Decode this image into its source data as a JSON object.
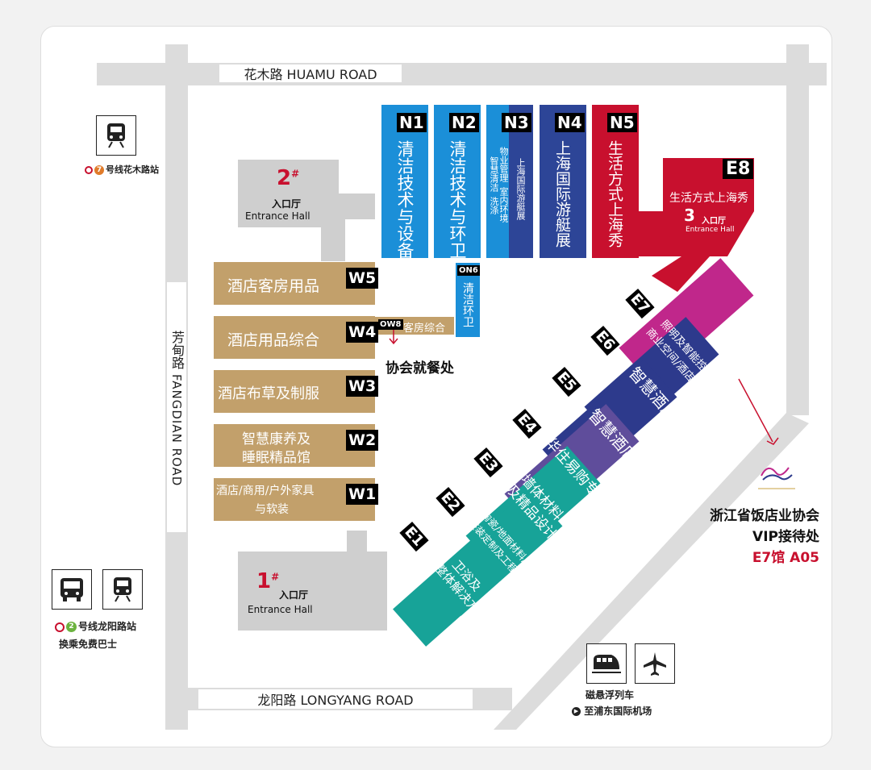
{
  "roads": {
    "huamu": "花木路  HUAMU ROAD",
    "longyang": "龙阳路  LONGYANG ROAD",
    "fangdian_cn": "芳甸路",
    "fangdian_en": "FANGDIAN ROAD"
  },
  "halls": {
    "n1": {
      "code": "N1",
      "name": "清洁技术与设备",
      "color": "#1b8fd8"
    },
    "n2": {
      "code": "N2",
      "name": "清洁技术与环卫",
      "color": "#1b8fd8"
    },
    "n3": {
      "code": "N3",
      "name_a": "物业管理",
      "name_b": "智慧清洁",
      "name_c": "室内环境",
      "name_d": "洗涤",
      "name_e": "上海国际游艇展",
      "color": "#1b8fd8",
      "color2": "#2d4597"
    },
    "n4": {
      "code": "N4",
      "name": "上海国际游艇展",
      "color": "#2d4597"
    },
    "n5": {
      "code": "N5",
      "name": "生活方式上海秀",
      "color": "#c8102e"
    },
    "on6": {
      "code": "ON6",
      "name": "清洁环卫"
    },
    "ow8": {
      "code": "OW8",
      "name": "客房综合"
    },
    "e8": {
      "code": "E8",
      "name": "生活方式上海秀",
      "entrance_num": "3",
      "entrance_cn": "入口厅",
      "entrance_en": "Entrance Hall",
      "color": "#c8102e"
    },
    "e7": {
      "code": "E7",
      "name_line1": "照明及智能控制",
      "name_line2": "商业空间/酒店加盟",
      "color": "#c0278b"
    },
    "e6": {
      "code": "E6",
      "name": "智慧酒店",
      "color": "#2d3a8c"
    },
    "e5": {
      "code": "E5",
      "name": "智慧酒店",
      "color": "#2d3a8c"
    },
    "e4": {
      "code": "E4",
      "name": "华住易购专馆",
      "color": "#5f4d9b"
    },
    "e3": {
      "code": "E3",
      "name_line1": "墙体材料",
      "name_line2": "及精品设计",
      "color": "#17a398"
    },
    "e2": {
      "code": "E2",
      "name_line1": "陶瓷/地面材料/",
      "name_line2": "整装定制及工程设计",
      "color": "#17a398"
    },
    "e1": {
      "code": "E1",
      "name_line1": "卫浴及",
      "name_line2": "整体解决方案",
      "color": "#17a398"
    },
    "w5": {
      "code": "W5",
      "name": "酒店客房用品"
    },
    "w4": {
      "code": "W4",
      "name": "酒店用品综合"
    },
    "w3": {
      "code": "W3",
      "name": "酒店布草及制服"
    },
    "w2": {
      "code": "W2",
      "name_line1": "智慧康养及",
      "name_line2": "睡眠精品馆"
    },
    "w1": {
      "code": "W1",
      "name_line1": "酒店/商用/户外家具",
      "name_line2": "与软装"
    },
    "west_color": "#c2a06b"
  },
  "entrances": {
    "e1": {
      "num": "1",
      "sup": "#",
      "cn": "入口厅",
      "en": "Entrance Hall"
    },
    "e2": {
      "num": "2",
      "sup": "#",
      "cn": "入口厅",
      "en": "Entrance Hall"
    }
  },
  "dining": "协会就餐处",
  "vip": {
    "line1": "浙江省饭店业协会",
    "line2": "VIP接待处",
    "location": "E7馆 A05"
  },
  "transport": {
    "metro7": {
      "line": "7",
      "label": "号线花木路站"
    },
    "metro2": {
      "line": "2",
      "label": "号线龙阳路站",
      "note": "换乘免费巴士"
    },
    "maglev": {
      "label": "磁悬浮列车",
      "note": "至浦东国际机场"
    }
  },
  "colors": {
    "road": "#dcdcdc",
    "entrance_hall": "#cfcfcf",
    "accent_red": "#c8102e"
  }
}
